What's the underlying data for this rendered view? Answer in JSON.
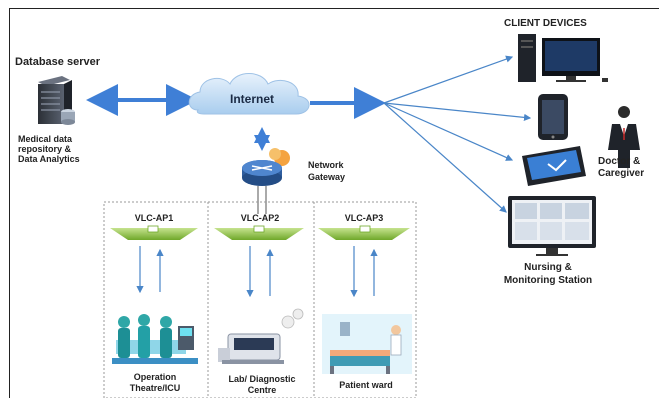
{
  "server": {
    "title": "Database server",
    "caption_line1": "Medical data",
    "caption_line2": "repository &",
    "caption_line3": "Data Analytics"
  },
  "internet": {
    "label": "Internet"
  },
  "gateway": {
    "label_line1": "Network",
    "label_line2": "Gateway"
  },
  "access_points": [
    {
      "label": "VLC-AP1"
    },
    {
      "label": "VLC-AP2"
    },
    {
      "label": "VLC-AP3"
    }
  ],
  "areas": [
    {
      "label_line1": "Operation",
      "label_line2": "Theatre/ICU"
    },
    {
      "label_line1": "Lab/ Diagnostic",
      "label_line2": "Centre"
    },
    {
      "label_line1": "Patient ward",
      "label_line2": ""
    }
  ],
  "client_devices": {
    "title": "CLIENT DEVICES",
    "doctor_line1": "Doctor &",
    "doctor_line2": "Caregiver",
    "nursing_line1": "Nursing &",
    "nursing_line2": "Monitoring Station"
  },
  "colors": {
    "arrow": "#3f7fd6",
    "cloud": "#cfe3f7",
    "ap_green": "#8ec63f",
    "frame": "#222222"
  }
}
